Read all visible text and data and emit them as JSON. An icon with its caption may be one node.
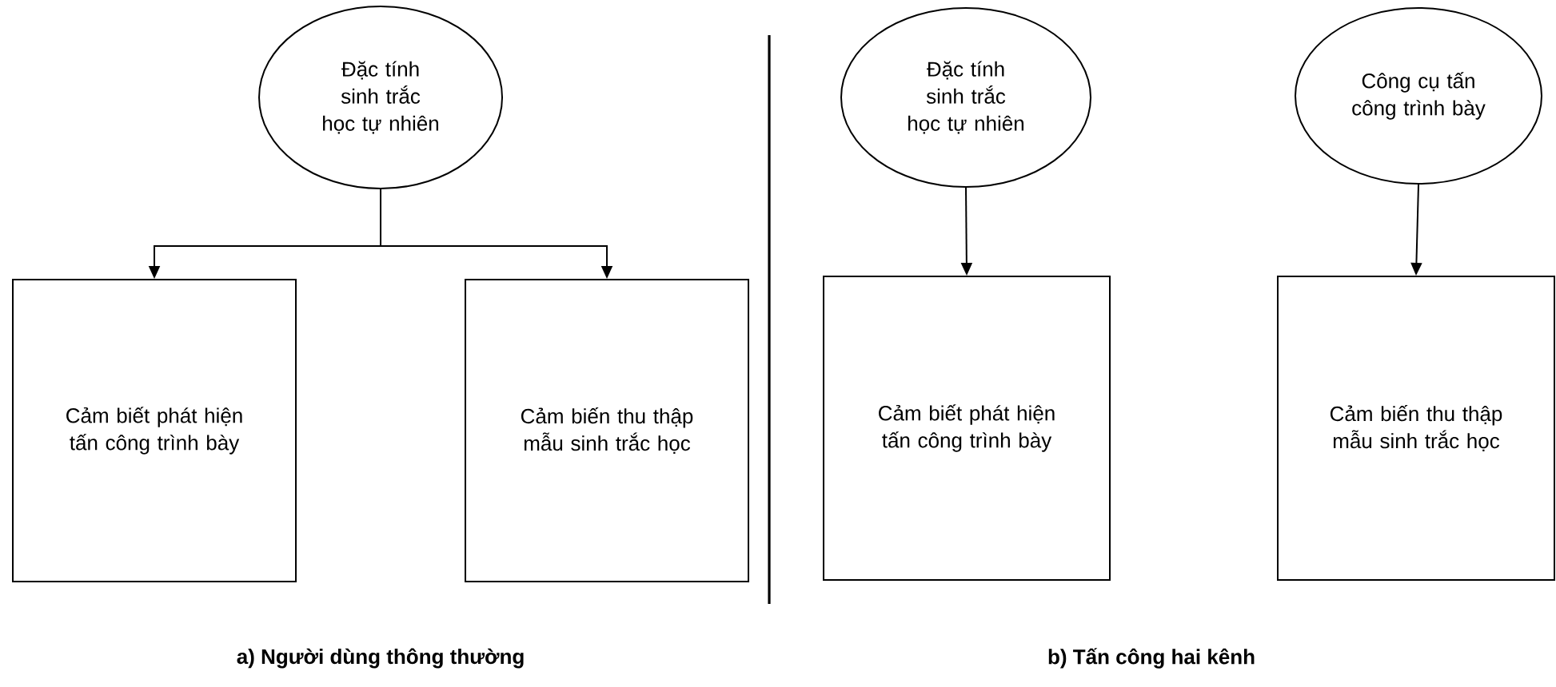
{
  "diagram": {
    "nodes": [
      {
        "text": [
          "Đặc tính sinh trắc học tự nhiên"
        ]
      },
      {
        "text": [
          "Cảm biết phát hiện tấn công trình bày"
        ]
      },
      {
        "text": [
          "Cảm biến thu thập mẫu sinh trắc học"
        ]
      },
      {
        "text": [
          "Đặc tính sinh trắc học tự nhiên"
        ]
      },
      {
        "text": [
          "Cảm biết phát hiện tấn công trình bày"
        ]
      },
      {
        "text": [
          "Công cụ tấn công trình bày"
        ]
      },
      {
        "text": [
          "Cảm biến thu thập mẫu sinh trắc học"
        ]
      }
    ],
    "edges": [
      {
        "from": 0,
        "to": 1,
        "arrow": "to"
      },
      {
        "from": 0,
        "to": 2,
        "arrow": "to"
      },
      {
        "from": 3,
        "to": 4,
        "arrow": "to"
      },
      {
        "from": 5,
        "to": 6,
        "arrow": "to"
      }
    ],
    "labels": [
      "a) Người dùng thông thường",
      "b) Tấn công hai kênh"
    ]
  }
}
